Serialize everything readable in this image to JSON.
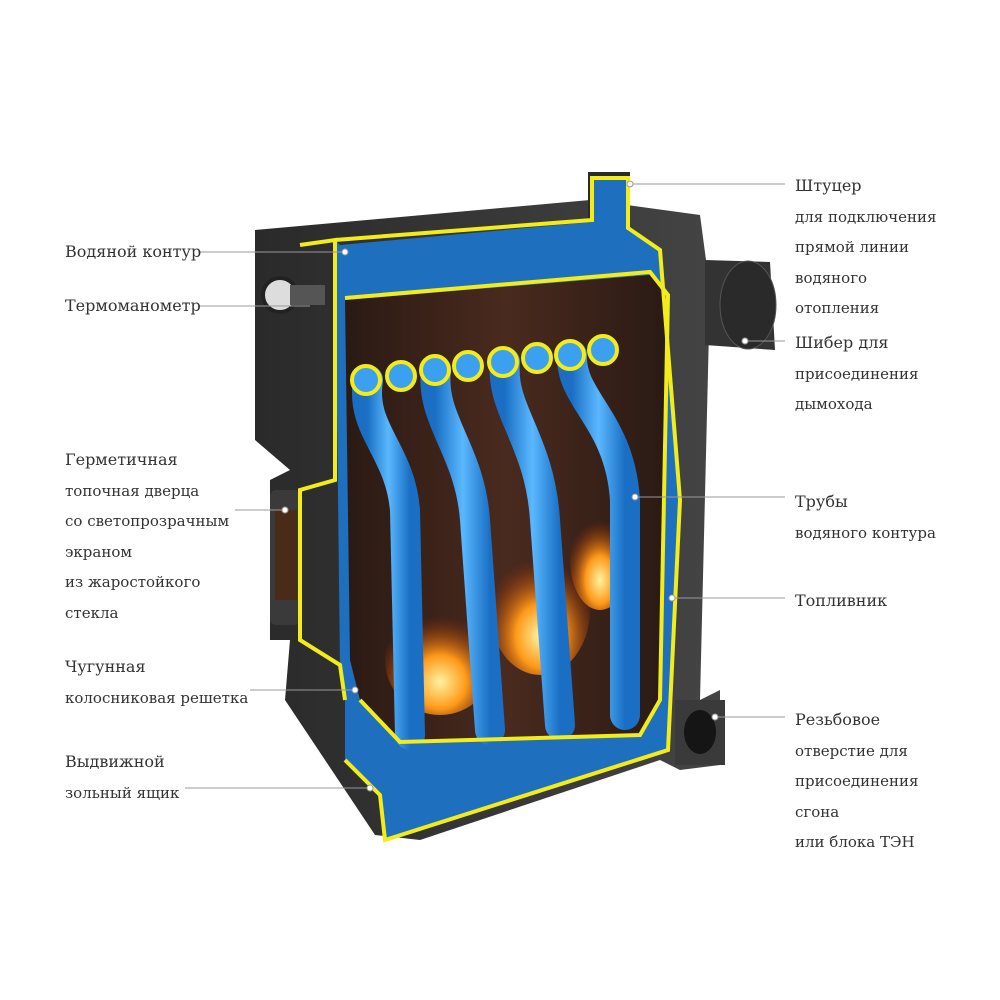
{
  "left_labels": {
    "water_circuit": [
      "Водяной контур"
    ],
    "thermomanometer": [
      "Термоманометр"
    ],
    "door": [
      "Герметичная",
      "топочная дверца",
      "со светопрозрачным",
      "экраном",
      "из жаростойкого",
      "стекла"
    ],
    "grate": [
      "Чугунная",
      "колосниковая решетка"
    ],
    "ash_box": [
      "Выдвижной",
      "зольный ящик"
    ]
  },
  "right_labels": {
    "fitting": [
      "Штуцер",
      "для подключения",
      "прямой линии",
      "водяного",
      "отопления"
    ],
    "damper": [
      "Шибер для",
      "присоединения",
      "дымохода"
    ],
    "pipes": [
      "Трубы",
      "водяного контура"
    ],
    "firebox": [
      "Топливник"
    ],
    "threaded_hole": [
      "Резьбовое",
      "отверстие для",
      "присоединения",
      "сгона",
      "или блока ТЭН"
    ]
  },
  "colors": {
    "outline": "#f2ec1a",
    "water": "#2a8fe0",
    "body": "#2e2e2e",
    "firebox": "#3a2218",
    "fire": "#ff8a1a"
  }
}
